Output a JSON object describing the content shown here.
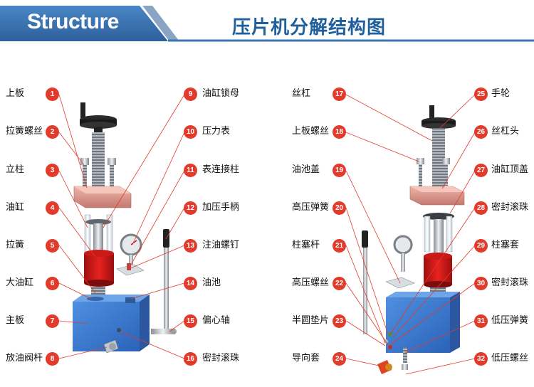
{
  "header": {
    "banner_text": "Structure",
    "title": "压片机分解结构图",
    "colors": {
      "banner": "#3a74b4",
      "banner_dark": "#2b5a93",
      "stripe": "#8aa4c4",
      "title": "#1f5f9c"
    }
  },
  "callouts": {
    "badge_color": "#e23a2b",
    "left_machine": {
      "left_column": [
        {
          "num": "1",
          "label": "上板"
        },
        {
          "num": "2",
          "label": "拉簧螺丝"
        },
        {
          "num": "3",
          "label": "立柱"
        },
        {
          "num": "4",
          "label": "油缸"
        },
        {
          "num": "5",
          "label": "拉簧"
        },
        {
          "num": "6",
          "label": "大油缸"
        },
        {
          "num": "7",
          "label": "主板"
        },
        {
          "num": "8",
          "label": "放油阀杆"
        }
      ],
      "right_column": [
        {
          "num": "9",
          "label": "油缸锁母"
        },
        {
          "num": "10",
          "label": "压力表"
        },
        {
          "num": "11",
          "label": "表连接柱"
        },
        {
          "num": "12",
          "label": "加压手柄"
        },
        {
          "num": "13",
          "label": "注油螺钉"
        },
        {
          "num": "14",
          "label": "油池"
        },
        {
          "num": "15",
          "label": "偏心轴"
        },
        {
          "num": "16",
          "label": "密封滚珠"
        }
      ]
    },
    "right_machine": {
      "left_column": [
        {
          "num": "17",
          "label": "丝杠"
        },
        {
          "num": "18",
          "label": "上板螺丝"
        },
        {
          "num": "19",
          "label": "油池盖"
        },
        {
          "num": "20",
          "label": "高压弹簧"
        },
        {
          "num": "21",
          "label": "柱塞杆"
        },
        {
          "num": "22",
          "label": "高压螺丝"
        },
        {
          "num": "23",
          "label": "半圆垫片"
        },
        {
          "num": "24",
          "label": "导向套"
        }
      ],
      "right_column": [
        {
          "num": "25",
          "label": "手轮"
        },
        {
          "num": "26",
          "label": "丝杠头"
        },
        {
          "num": "27",
          "label": "油缸顶盖"
        },
        {
          "num": "28",
          "label": "密封滚珠"
        },
        {
          "num": "29",
          "label": "柱塞套"
        },
        {
          "num": "30",
          "label": "密封滚珠"
        },
        {
          "num": "31",
          "label": "低压弹簧"
        },
        {
          "num": "32",
          "label": "低压螺丝"
        }
      ]
    }
  }
}
